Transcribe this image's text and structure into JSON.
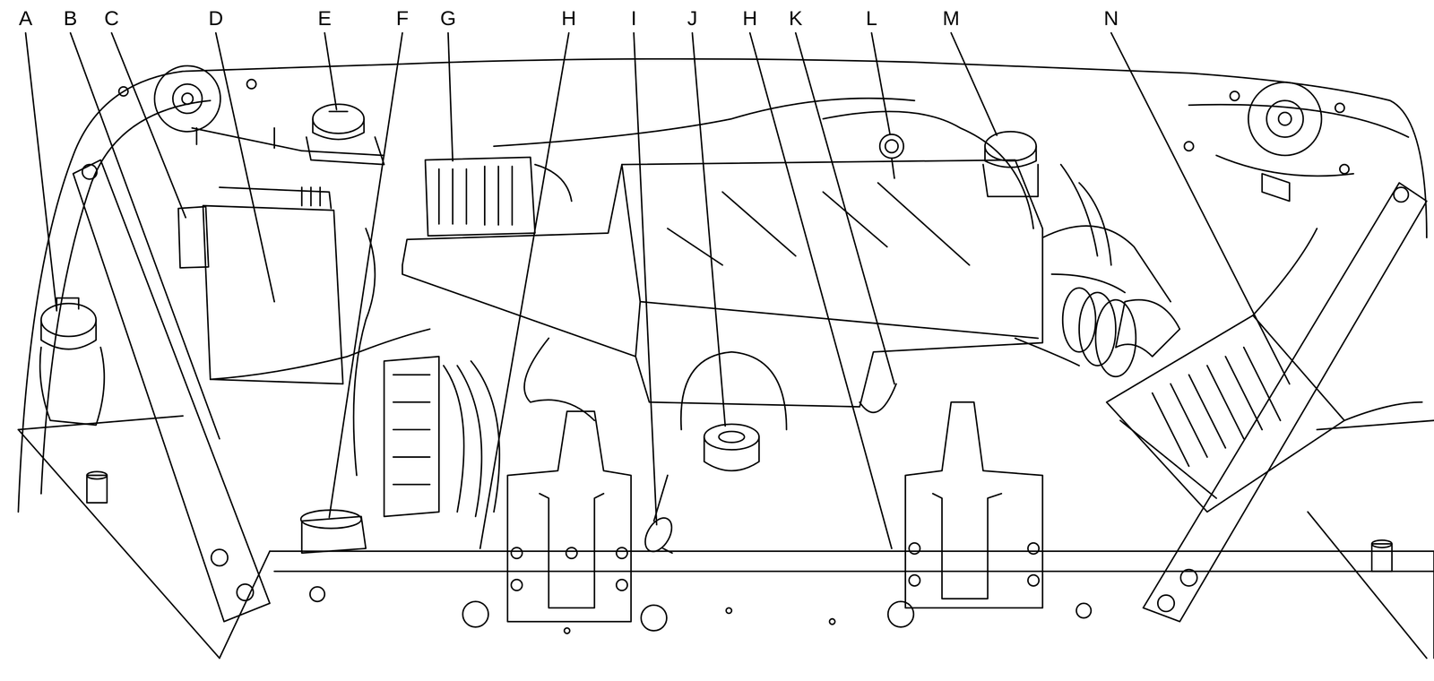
{
  "diagram": {
    "labels": [
      "A",
      "B",
      "C",
      "D",
      "E",
      "F",
      "G",
      "H",
      "I",
      "J",
      "H",
      "K",
      "L",
      "M",
      "N"
    ]
  }
}
